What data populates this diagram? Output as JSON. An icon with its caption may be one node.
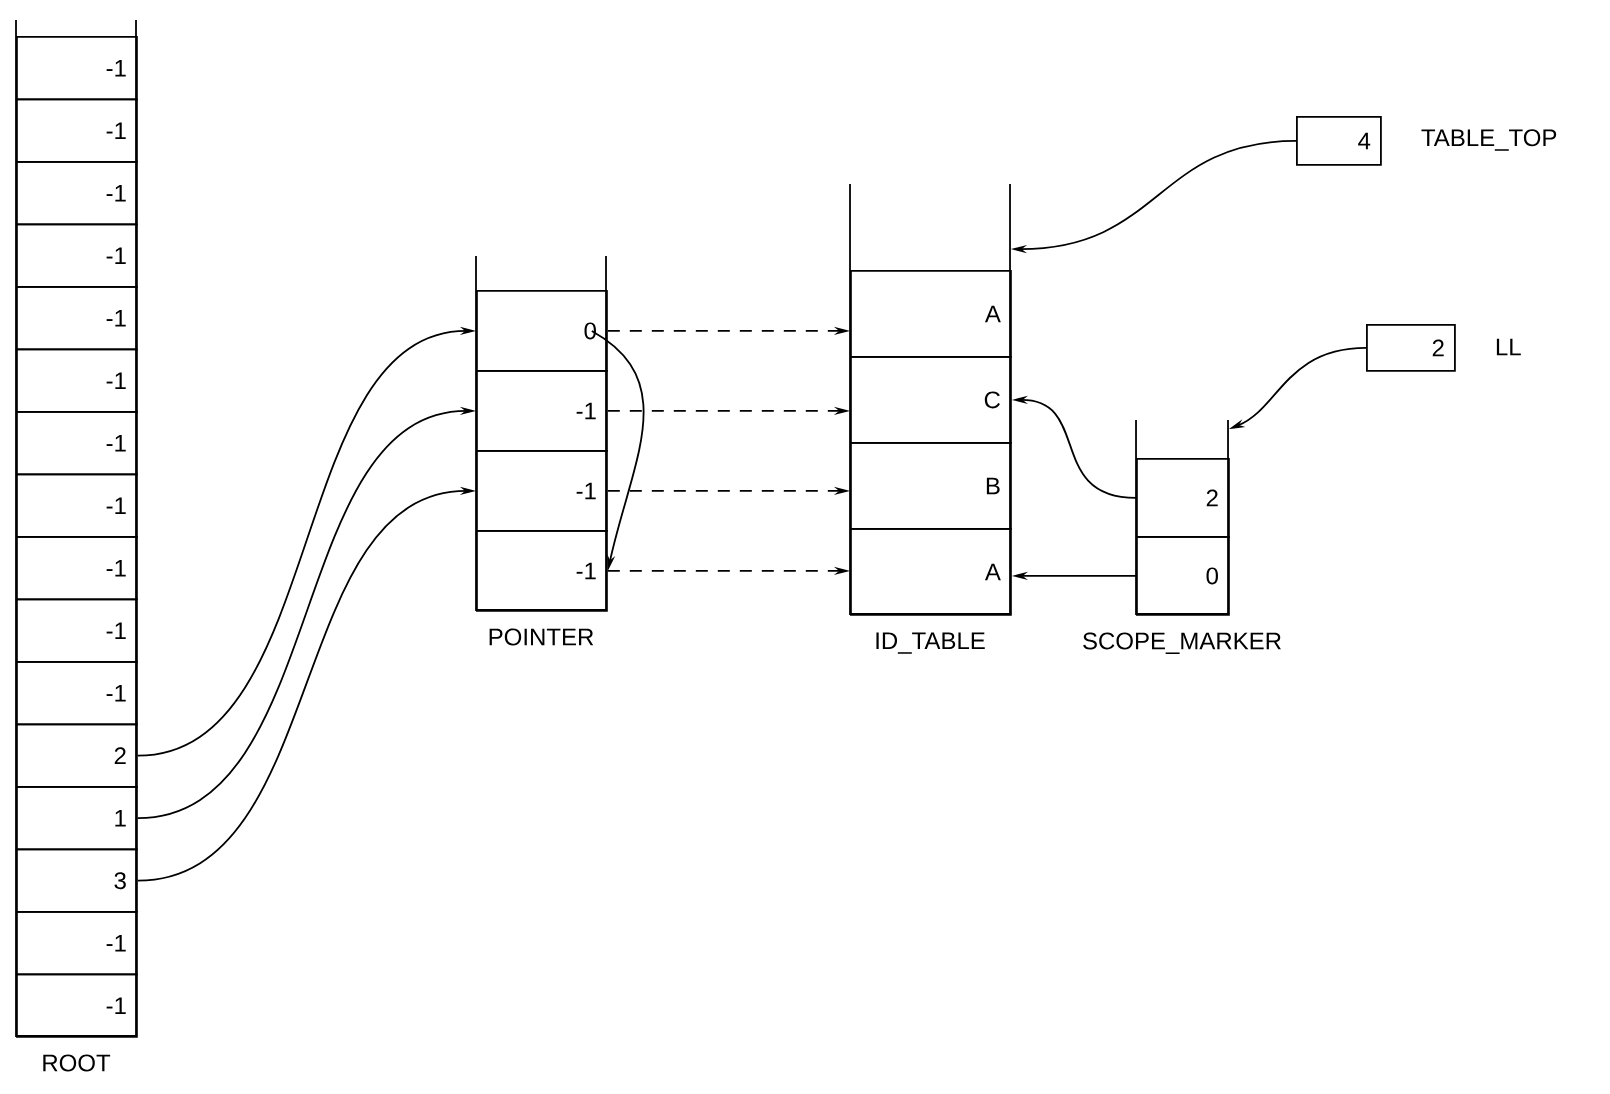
{
  "diagram": {
    "nodes": [
      {
        "text": [
          "ROOT"
        ]
      },
      {
        "text": [
          "-1"
        ],
        "in": 0
      },
      {
        "text": [
          "-1"
        ],
        "in": 0
      },
      {
        "text": [
          "-1"
        ],
        "in": 0
      },
      {
        "text": [
          "-1"
        ],
        "in": 0
      },
      {
        "text": [
          "-1"
        ],
        "in": 0
      },
      {
        "text": [
          "-1"
        ],
        "in": 0
      },
      {
        "text": [
          "-1"
        ],
        "in": 0
      },
      {
        "text": [
          "-1"
        ],
        "in": 0
      },
      {
        "text": [
          "-1"
        ],
        "in": 0
      },
      {
        "text": [
          "-1"
        ],
        "in": 0
      },
      {
        "text": [
          "-1"
        ],
        "in": 0
      },
      {
        "text": [
          "2"
        ],
        "in": 0
      },
      {
        "text": [
          "1"
        ],
        "in": 0
      },
      {
        "text": [
          "3"
        ],
        "in": 0
      },
      {
        "text": [
          "-1"
        ],
        "in": 0
      },
      {
        "text": [
          "-1"
        ],
        "in": 0
      },
      {
        "text": [
          "POINTER"
        ]
      },
      {
        "text": [
          "0"
        ],
        "in": 17
      },
      {
        "text": [
          "-1"
        ],
        "in": 17
      },
      {
        "text": [
          "-1"
        ],
        "in": 17
      },
      {
        "text": [
          "-1"
        ],
        "in": 17
      },
      {
        "text": [
          "ID_TABLE"
        ]
      },
      {
        "text": [
          "A"
        ],
        "in": 22
      },
      {
        "text": [
          "C"
        ],
        "in": 22
      },
      {
        "text": [
          "B"
        ],
        "in": 22
      },
      {
        "text": [
          "A"
        ],
        "in": 22
      },
      {
        "text": [
          "SCOPE_MARKER"
        ]
      },
      {
        "text": [
          "2"
        ],
        "in": 27
      },
      {
        "text": [
          "0"
        ],
        "in": 27
      },
      {
        "text": [
          "4"
        ],
        "beside": [
          "TABLE_TOP"
        ]
      },
      {
        "text": [
          "2"
        ],
        "beside": [
          "LL"
        ]
      }
    ],
    "edges": [
      {
        "from": 12,
        "to": 18,
        "arrow": "to"
      },
      {
        "from": 13,
        "to": 19,
        "arrow": "to"
      },
      {
        "from": 14,
        "to": 20,
        "arrow": "to"
      },
      {
        "from": 18,
        "to": 23,
        "arrow": "to",
        "style": "dashed"
      },
      {
        "from": 19,
        "to": 24,
        "arrow": "to",
        "style": "dashed"
      },
      {
        "from": 20,
        "to": 25,
        "arrow": "to",
        "style": "dashed"
      },
      {
        "from": 21,
        "to": 26,
        "arrow": "to",
        "style": "dashed"
      },
      {
        "from": 18,
        "to": 21,
        "arrow": "to"
      },
      {
        "from": 28,
        "to": 24,
        "arrow": "to"
      },
      {
        "from": 29,
        "to": 26,
        "arrow": "to"
      },
      {
        "from": 30,
        "to": 22,
        "arrow": "to"
      },
      {
        "from": 31,
        "to": 27,
        "arrow": "to"
      }
    ]
  }
}
